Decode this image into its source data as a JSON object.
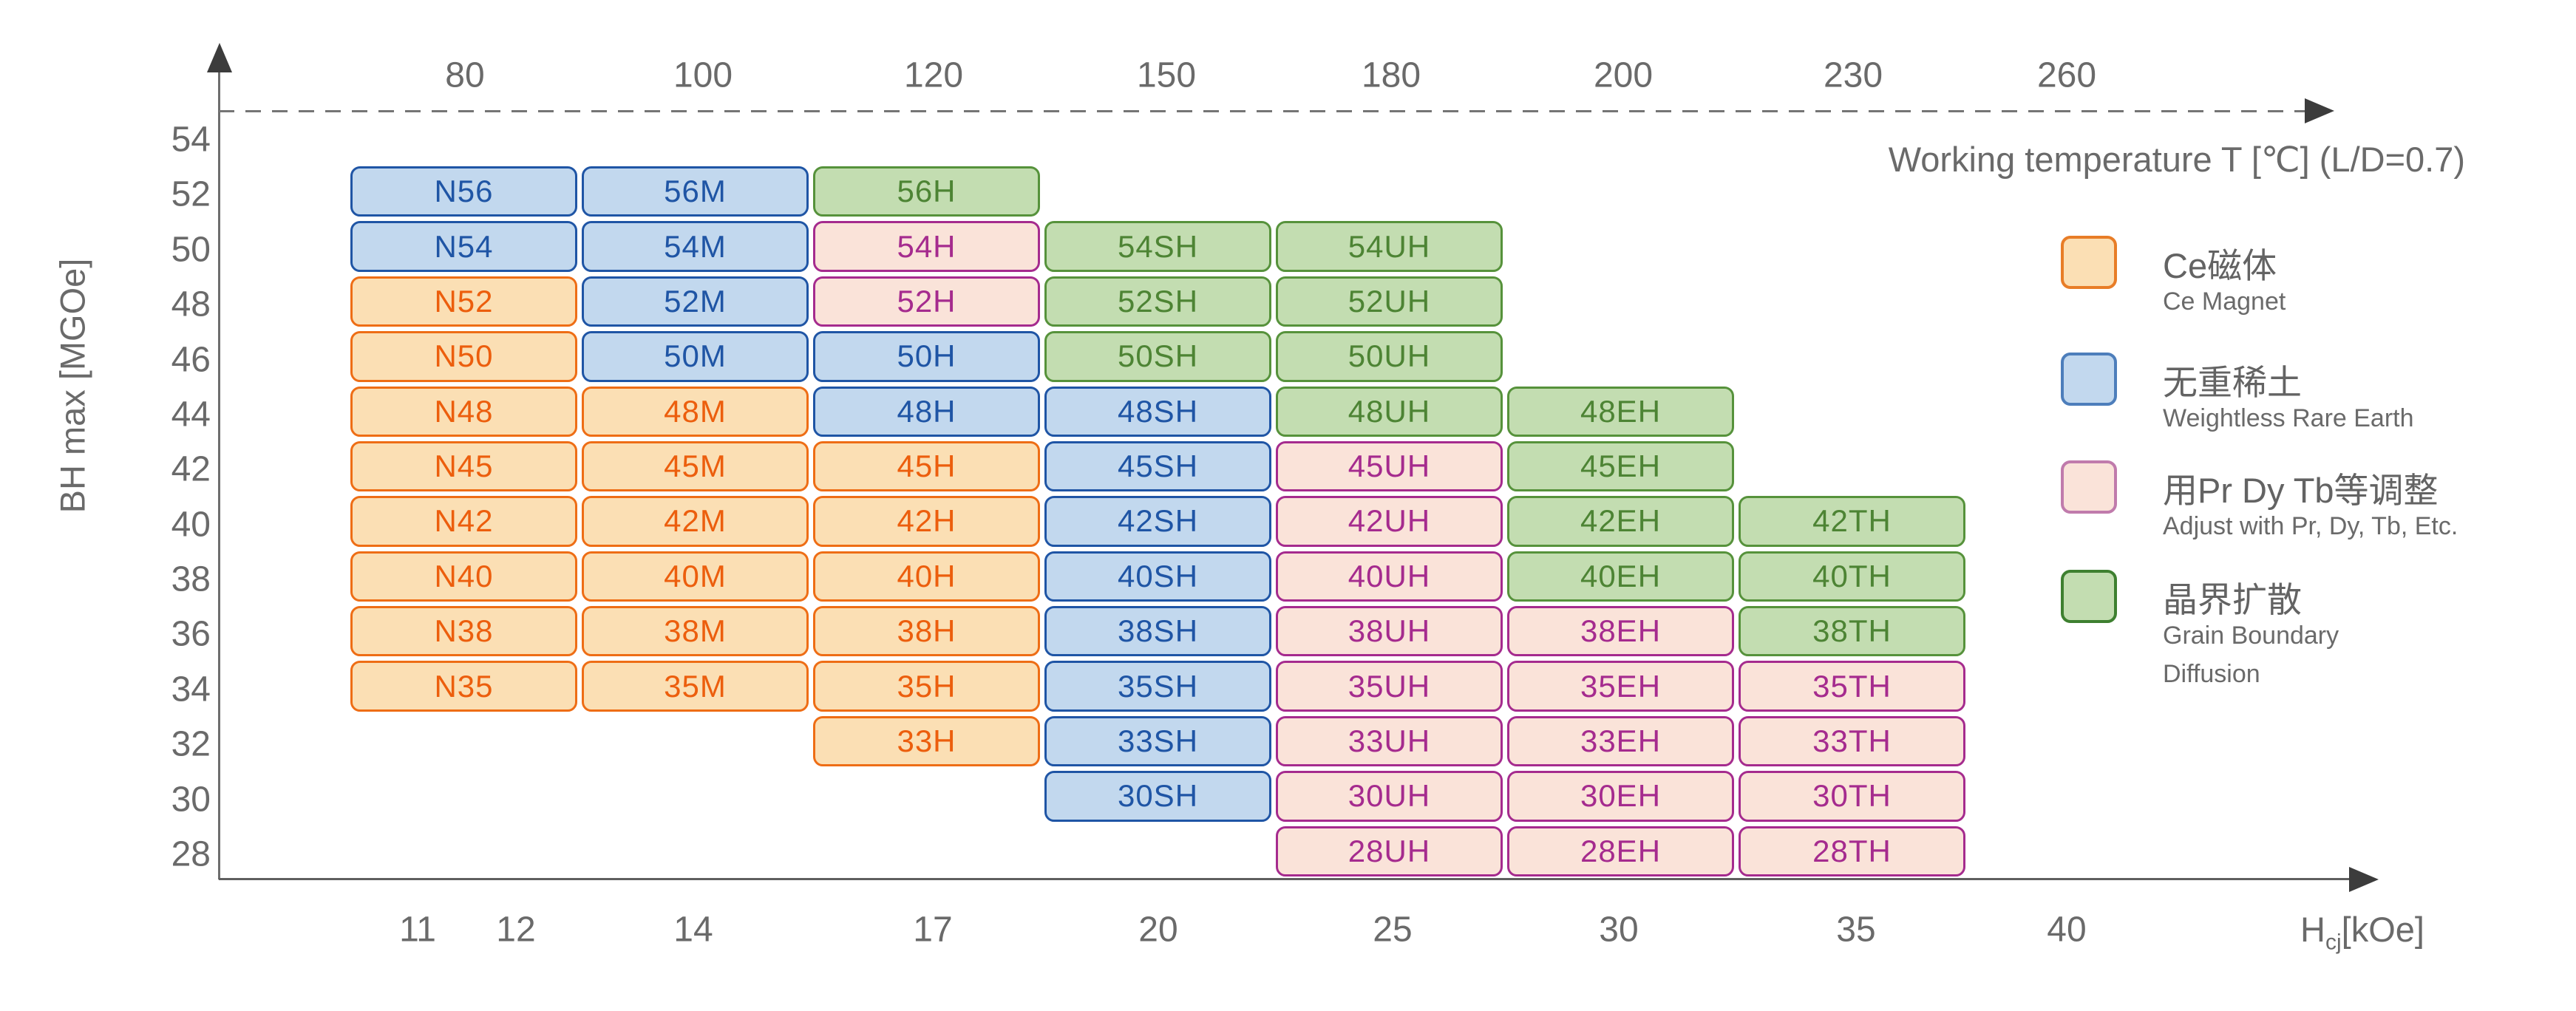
{
  "axes": {
    "top": {
      "title": "Working temperature T [℃] (L/D=0.7)",
      "ticks": [
        "80",
        "100",
        "120",
        "150",
        "180",
        "200",
        "230",
        "260"
      ]
    },
    "bottom": {
      "title_h": "H",
      "title_sub": "cj",
      "title_unit": "[kOe]",
      "ticks": [
        "11",
        "12",
        "14",
        "17",
        "20",
        "25",
        "30",
        "35",
        "40"
      ]
    },
    "left": {
      "title": "BH max [MGOe]",
      "ticks": [
        "54",
        "52",
        "50",
        "48",
        "46",
        "44",
        "42",
        "40",
        "38",
        "36",
        "34",
        "32",
        "30",
        "28"
      ]
    }
  },
  "categories": {
    "ce": {
      "fill": "#FBDFB4",
      "border": "#EE6D15",
      "text": "#EC5E0D",
      "legend_border": "#E87D27"
    },
    "nhre": {
      "fill": "#C2D8EE",
      "border": "#1F55A5",
      "text": "#1F55A5",
      "legend_border": "#4D7EBB"
    },
    "adj": {
      "fill": "#FAE3D9",
      "border": "#A52B8E",
      "text": "#A52B8E",
      "legend_border": "#C07BAC"
    },
    "gbd": {
      "fill": "#C3DDB1",
      "border": "#56923B",
      "text": "#4D8434",
      "legend_border": "#3E8030"
    }
  },
  "legend": [
    {
      "cat": "ce",
      "title": "Ce磁体",
      "subtitles": [
        "Ce Magnet"
      ]
    },
    {
      "cat": "nhre",
      "title": "无重稀土",
      "subtitles": [
        "Weightless Rare Earth"
      ]
    },
    {
      "cat": "adj",
      "title": "用Pr Dy Tb等调整",
      "subtitles": [
        "Adjust with Pr, Dy, Tb, Etc."
      ]
    },
    {
      "cat": "gbd",
      "title": "晶界扩散",
      "subtitles": [
        "Grain Boundary",
        "Diffusion"
      ]
    }
  ],
  "chart_data": {
    "type": "heatmap",
    "title": "NdFeB magnet grade chart",
    "xlabel": "Hcj [kOe]",
    "top_axis_label": "Working temperature T [℃] (L/D=0.7)",
    "ylabel": "BH max [MGOe]",
    "x_ticks": [
      11,
      12,
      14,
      17,
      20,
      25,
      30,
      35,
      40
    ],
    "top_ticks": [
      80,
      100,
      120,
      150,
      180,
      200,
      230,
      260
    ],
    "y_ticks": [
      54,
      52,
      50,
      48,
      46,
      44,
      42,
      40,
      38,
      36,
      34,
      32,
      30,
      28
    ],
    "columns": [
      "N",
      "M",
      "H",
      "SH",
      "UH",
      "EH",
      "TH"
    ],
    "category_names": {
      "ce": "Ce Magnet",
      "nhre": "Weightless Rare Earth",
      "adj": "Adjust with Pr, Dy, Tb, Etc.",
      "gbd": "Grain Boundary Diffusion"
    },
    "rows": [
      {
        "bh_band": [
          54,
          52
        ],
        "cells": [
          {
            "label": "N56",
            "cat": "nhre",
            "ci": 0
          },
          {
            "label": "56M",
            "cat": "nhre",
            "ci": 1
          },
          {
            "label": "56H",
            "cat": "gbd",
            "ci": 2
          }
        ]
      },
      {
        "bh_band": [
          52,
          50
        ],
        "cells": [
          {
            "label": "N54",
            "cat": "nhre",
            "ci": 0
          },
          {
            "label": "54M",
            "cat": "nhre",
            "ci": 1
          },
          {
            "label": "54H",
            "cat": "adj",
            "ci": 2
          },
          {
            "label": "54SH",
            "cat": "gbd",
            "ci": 3
          },
          {
            "label": "54UH",
            "cat": "gbd",
            "ci": 4
          }
        ]
      },
      {
        "bh_band": [
          50,
          48
        ],
        "cells": [
          {
            "label": "N52",
            "cat": "ce",
            "ci": 0
          },
          {
            "label": "52M",
            "cat": "nhre",
            "ci": 1
          },
          {
            "label": "52H",
            "cat": "adj",
            "ci": 2
          },
          {
            "label": "52SH",
            "cat": "gbd",
            "ci": 3
          },
          {
            "label": "52UH",
            "cat": "gbd",
            "ci": 4
          }
        ]
      },
      {
        "bh_band": [
          48,
          46
        ],
        "cells": [
          {
            "label": "N50",
            "cat": "ce",
            "ci": 0
          },
          {
            "label": "50M",
            "cat": "nhre",
            "ci": 1
          },
          {
            "label": "50H",
            "cat": "nhre",
            "ci": 2
          },
          {
            "label": "50SH",
            "cat": "gbd",
            "ci": 3
          },
          {
            "label": "50UH",
            "cat": "gbd",
            "ci": 4
          }
        ]
      },
      {
        "bh_band": [
          46,
          44
        ],
        "cells": [
          {
            "label": "N48",
            "cat": "ce",
            "ci": 0
          },
          {
            "label": "48M",
            "cat": "ce",
            "ci": 1
          },
          {
            "label": "48H",
            "cat": "nhre",
            "ci": 2
          },
          {
            "label": "48SH",
            "cat": "nhre",
            "ci": 3
          },
          {
            "label": "48UH",
            "cat": "gbd",
            "ci": 4
          },
          {
            "label": "48EH",
            "cat": "gbd",
            "ci": 5
          }
        ]
      },
      {
        "bh_band": [
          44,
          42
        ],
        "cells": [
          {
            "label": "N45",
            "cat": "ce",
            "ci": 0
          },
          {
            "label": "45M",
            "cat": "ce",
            "ci": 1
          },
          {
            "label": "45H",
            "cat": "ce",
            "ci": 2
          },
          {
            "label": "45SH",
            "cat": "nhre",
            "ci": 3
          },
          {
            "label": "45UH",
            "cat": "adj",
            "ci": 4
          },
          {
            "label": "45EH",
            "cat": "gbd",
            "ci": 5
          }
        ]
      },
      {
        "bh_band": [
          42,
          40
        ],
        "cells": [
          {
            "label": "N42",
            "cat": "ce",
            "ci": 0
          },
          {
            "label": "42M",
            "cat": "ce",
            "ci": 1
          },
          {
            "label": "42H",
            "cat": "ce",
            "ci": 2
          },
          {
            "label": "42SH",
            "cat": "nhre",
            "ci": 3
          },
          {
            "label": "42UH",
            "cat": "adj",
            "ci": 4
          },
          {
            "label": "42EH",
            "cat": "gbd",
            "ci": 5
          },
          {
            "label": "42TH",
            "cat": "gbd",
            "ci": 6
          }
        ]
      },
      {
        "bh_band": [
          40,
          38
        ],
        "cells": [
          {
            "label": "N40",
            "cat": "ce",
            "ci": 0
          },
          {
            "label": "40M",
            "cat": "ce",
            "ci": 1
          },
          {
            "label": "40H",
            "cat": "ce",
            "ci": 2
          },
          {
            "label": "40SH",
            "cat": "nhre",
            "ci": 3
          },
          {
            "label": "40UH",
            "cat": "adj",
            "ci": 4
          },
          {
            "label": "40EH",
            "cat": "gbd",
            "ci": 5
          },
          {
            "label": "40TH",
            "cat": "gbd",
            "ci": 6
          }
        ]
      },
      {
        "bh_band": [
          38,
          36
        ],
        "cells": [
          {
            "label": "N38",
            "cat": "ce",
            "ci": 0
          },
          {
            "label": "38M",
            "cat": "ce",
            "ci": 1
          },
          {
            "label": "38H",
            "cat": "ce",
            "ci": 2
          },
          {
            "label": "38SH",
            "cat": "nhre",
            "ci": 3
          },
          {
            "label": "38UH",
            "cat": "adj",
            "ci": 4
          },
          {
            "label": "38EH",
            "cat": "adj",
            "ci": 5
          },
          {
            "label": "38TH",
            "cat": "gbd",
            "ci": 6
          }
        ]
      },
      {
        "bh_band": [
          36,
          34
        ],
        "cells": [
          {
            "label": "N35",
            "cat": "ce",
            "ci": 0
          },
          {
            "label": "35M",
            "cat": "ce",
            "ci": 1
          },
          {
            "label": "35H",
            "cat": "ce",
            "ci": 2
          },
          {
            "label": "35SH",
            "cat": "nhre",
            "ci": 3
          },
          {
            "label": "35UH",
            "cat": "adj",
            "ci": 4
          },
          {
            "label": "35EH",
            "cat": "adj",
            "ci": 5
          },
          {
            "label": "35TH",
            "cat": "adj",
            "ci": 6
          }
        ]
      },
      {
        "bh_band": [
          34,
          32
        ],
        "cells": [
          {
            "label": "33H",
            "cat": "ce",
            "ci": 2
          },
          {
            "label": "33SH",
            "cat": "nhre",
            "ci": 3
          },
          {
            "label": "33UH",
            "cat": "adj",
            "ci": 4
          },
          {
            "label": "33EH",
            "cat": "adj",
            "ci": 5
          },
          {
            "label": "33TH",
            "cat": "adj",
            "ci": 6
          }
        ]
      },
      {
        "bh_band": [
          32,
          30
        ],
        "cells": [
          {
            "label": "30SH",
            "cat": "nhre",
            "ci": 3
          },
          {
            "label": "30UH",
            "cat": "adj",
            "ci": 4
          },
          {
            "label": "30EH",
            "cat": "adj",
            "ci": 5
          },
          {
            "label": "30TH",
            "cat": "adj",
            "ci": 6
          }
        ]
      },
      {
        "bh_band": [
          30,
          28
        ],
        "cells": [
          {
            "label": "28UH",
            "cat": "adj",
            "ci": 4
          },
          {
            "label": "28EH",
            "cat": "adj",
            "ci": 5
          },
          {
            "label": "28TH",
            "cat": "adj",
            "ci": 6
          }
        ]
      }
    ]
  }
}
